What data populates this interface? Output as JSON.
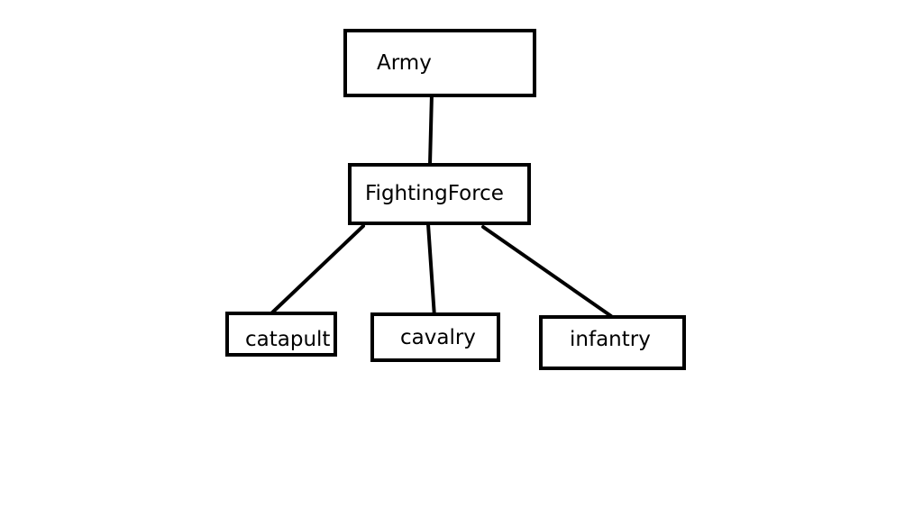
{
  "diagram": {
    "nodes": {
      "army": {
        "label": "Army"
      },
      "fighting_force": {
        "label": "FightingForce"
      },
      "catapult": {
        "label": "catapult"
      },
      "cavalry": {
        "label": "cavalry"
      },
      "infantry": {
        "label": "infantry"
      }
    },
    "edges": [
      {
        "from": "army",
        "to": "fighting_force"
      },
      {
        "from": "fighting_force",
        "to": "catapult"
      },
      {
        "from": "fighting_force",
        "to": "cavalry"
      },
      {
        "from": "fighting_force",
        "to": "infantry"
      }
    ]
  }
}
